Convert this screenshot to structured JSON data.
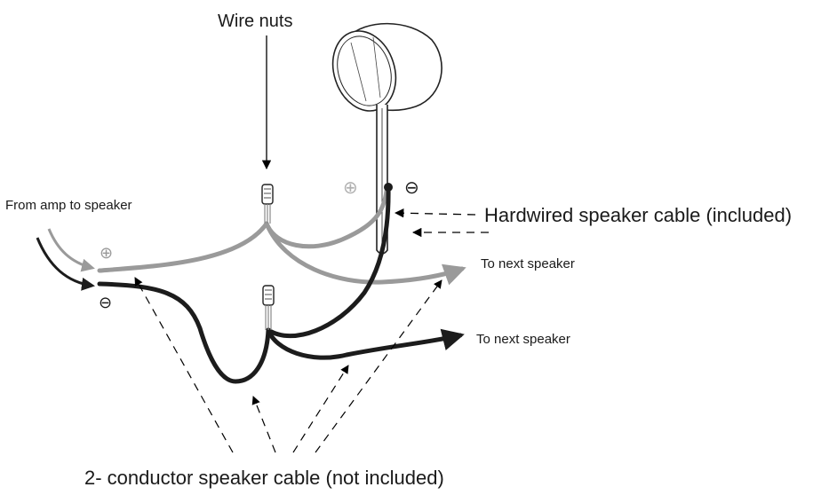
{
  "labels": {
    "wire_nuts": "Wire nuts",
    "from_amp": "From amp to speaker",
    "hardwired_cable": "Hardwired speaker cable (included)",
    "to_next_speaker_top": "To next speaker",
    "to_next_speaker_bottom": "To next speaker",
    "conductor_cable": "2- conductor speaker cable (not included)"
  },
  "symbols": {
    "plus": "⊕",
    "minus": "⊖"
  },
  "colors": {
    "positive_wire": "#9a9a9a",
    "negative_wire": "#1c1c1c",
    "outline": "#2a2a2a",
    "arrow": "#000000"
  }
}
